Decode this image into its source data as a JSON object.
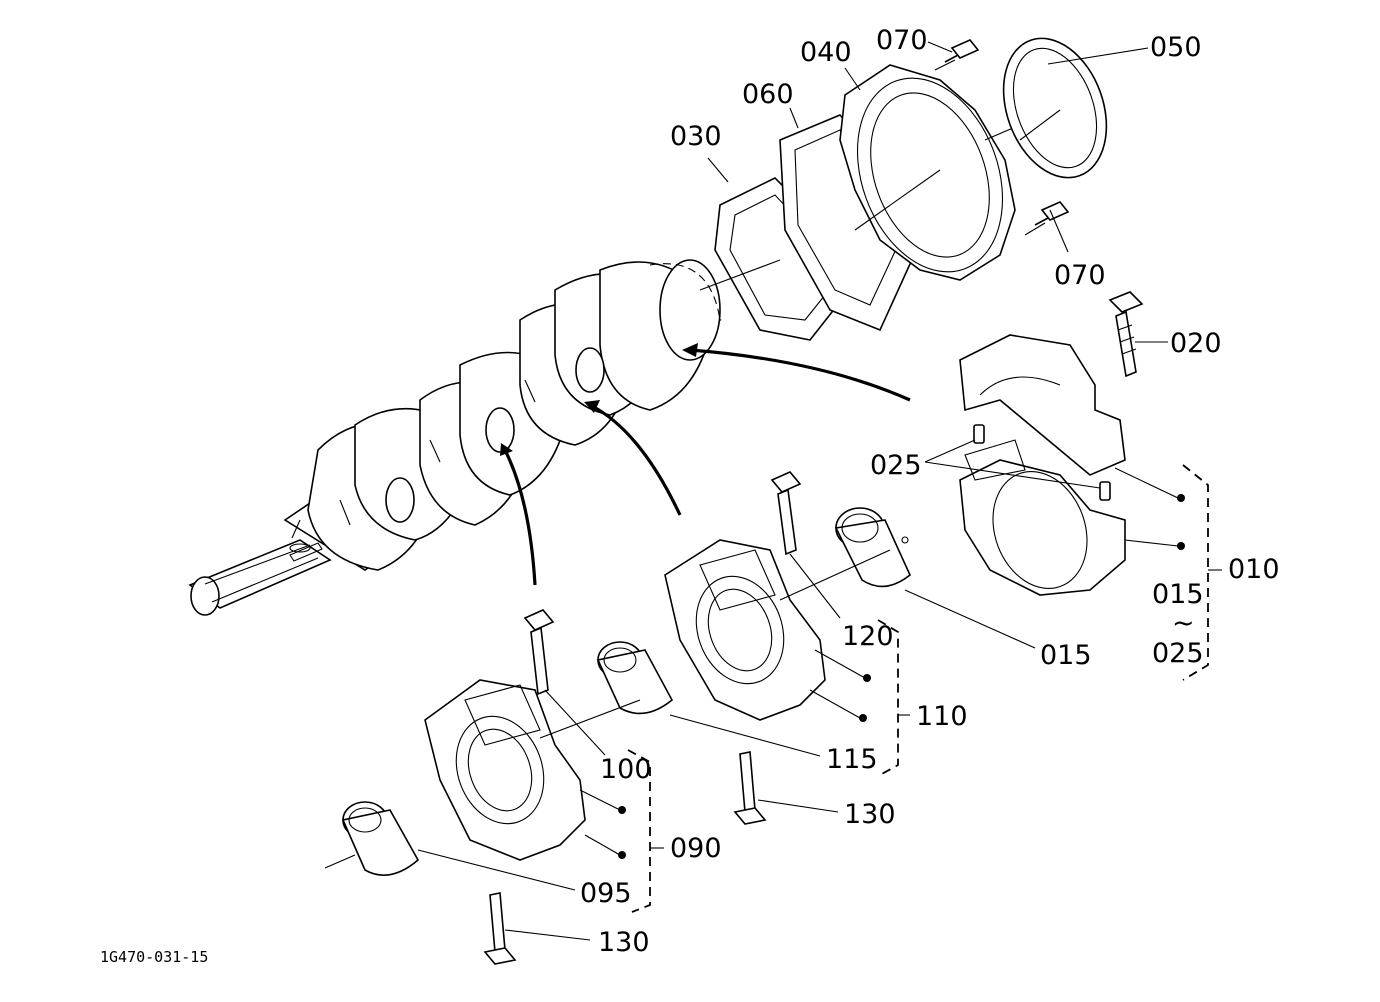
{
  "diagram_code": "1G470-031-15",
  "labels": {
    "p010": "010",
    "p015a": "015",
    "p015b": "015",
    "tilde": "~",
    "p020": "020",
    "p025a": "025",
    "p025b": "025",
    "p030": "030",
    "p040": "040",
    "p050": "050",
    "p060": "060",
    "p070a": "070",
    "p070b": "070",
    "p090": "090",
    "p095": "095",
    "p100": "100",
    "p110": "110",
    "p115": "115",
    "p120": "120",
    "p130a": "130",
    "p130b": "130"
  }
}
